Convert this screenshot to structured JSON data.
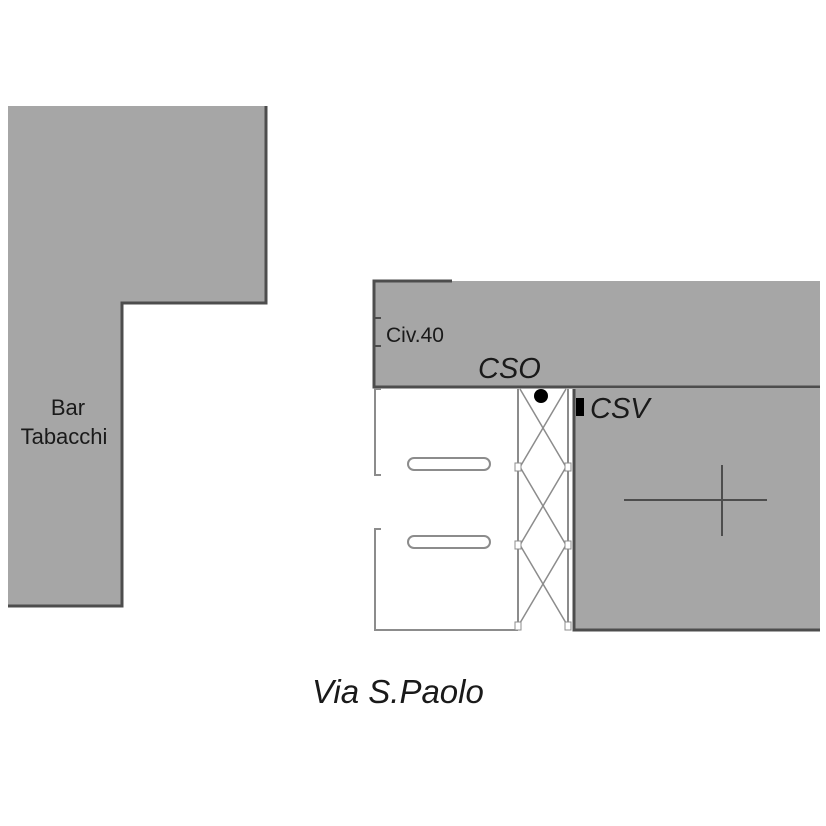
{
  "map": {
    "colors": {
      "building_fill": "#a6a6a6",
      "building_edge": "#4d4d4d",
      "outline": "#8c8c8c",
      "background": "#ffffff",
      "marker": "#000000"
    },
    "labels": {
      "bar_line1": "Bar",
      "bar_line2": "Tabacchi",
      "civic_number": "Civ.40",
      "cso": "CSO",
      "csv": "CSV",
      "street": "Via S.Paolo"
    },
    "symbols": {
      "cso_marker": "filled-circle",
      "csv_marker": "filled-rectangle",
      "cross_mark": "plus-sign",
      "stair_hatch": "diamond-lattice"
    }
  }
}
